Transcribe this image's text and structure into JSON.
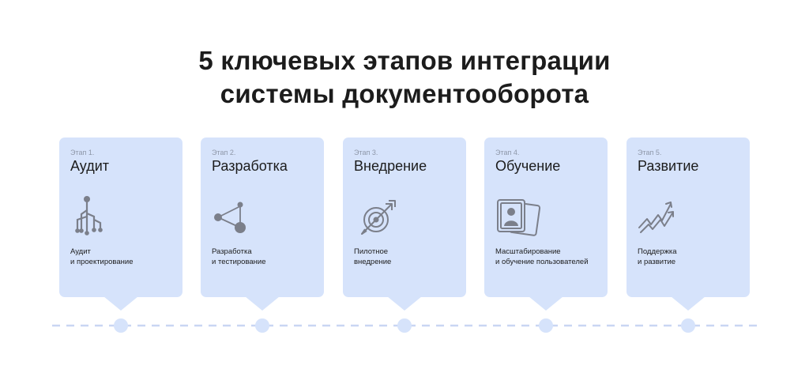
{
  "title": {
    "line1": "5 ключевых этапов интеграции",
    "line2": "системы документооборота"
  },
  "stages": [
    {
      "number": "Этап 1.",
      "title": "Аудит",
      "desc": [
        "Аудит",
        "и проектирование"
      ],
      "icon": "audit-tree-icon"
    },
    {
      "number": "Этап 2.",
      "title": "Разработка",
      "desc": [
        "Разработка",
        "и тестирование"
      ],
      "icon": "network-nodes-icon"
    },
    {
      "number": "Этап 3.",
      "title": "Внедрение",
      "desc": [
        "Пилотное",
        "внедрение"
      ],
      "icon": "target-arrow-icon"
    },
    {
      "number": "Этап 4.",
      "title": "Обучение",
      "desc": [
        "Масштабирование",
        "и обучение пользователей"
      ],
      "icon": "user-cards-icon"
    },
    {
      "number": "Этап 5.",
      "title": "Развитие",
      "desc": [
        "Поддержка",
        "и развитие"
      ],
      "icon": "growth-chart-icon"
    }
  ],
  "colors": {
    "card_bg": "#d6e3fb",
    "icon": "#7b7f8a",
    "timeline": "#c9d6f3"
  }
}
